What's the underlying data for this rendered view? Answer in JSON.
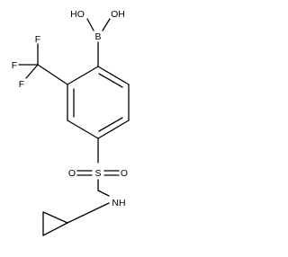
{
  "molecule": {
    "labels": {
      "hydroxyl_left": "HO",
      "hydroxyl_right": "OH",
      "boron": "B",
      "fluorine_top": "F",
      "fluorine_left": "F",
      "fluorine_bottom": "F",
      "sulfur": "S",
      "oxygen_left": "O",
      "oxygen_right": "O",
      "amine": "NH"
    }
  }
}
